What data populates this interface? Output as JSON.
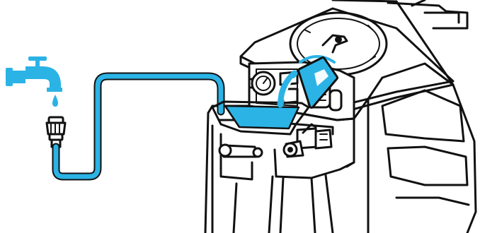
{
  "figure": {
    "caption": ""
  },
  "colors": {
    "water": "#2bb3e6",
    "outline": "#111111",
    "background": "#ffffff"
  },
  "parts": [
    {
      "name": "faucet",
      "icon": "tap-icon"
    },
    {
      "name": "water-drop",
      "icon": "drop-icon"
    },
    {
      "name": "hose-connector",
      "icon": "hose-connector-icon"
    },
    {
      "name": "hose",
      "icon": "hose-icon"
    },
    {
      "name": "fill-port",
      "icon": "inlet-icon"
    },
    {
      "name": "bucket",
      "icon": "bucket-icon"
    },
    {
      "name": "pressure-gauge",
      "icon": "gauge-icon"
    },
    {
      "name": "machine-body",
      "icon": "machine-icon"
    }
  ]
}
